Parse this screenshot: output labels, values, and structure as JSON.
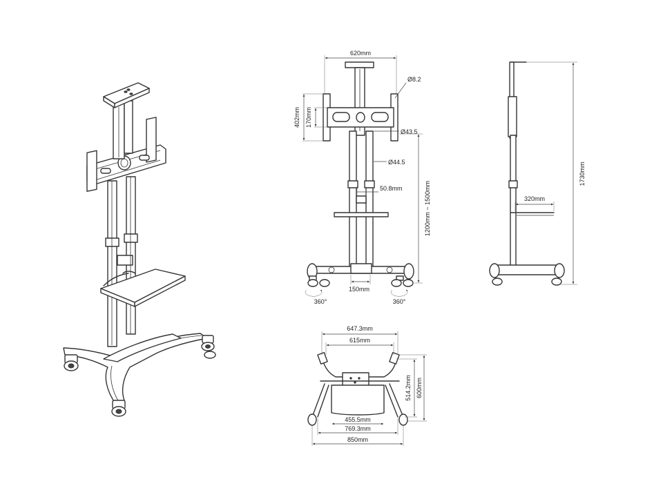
{
  "drawing": {
    "front_view": {
      "width_label": "620mm",
      "hole_label": "Ø8.2",
      "mount_height_outer": "402mm",
      "mount_height_inner": "170mm",
      "pole_upper_label": "Ø43.5",
      "pole_lower_label": "Ø44.5",
      "spacing_label": "50.8mm",
      "height_range_label": "1200mm ~ 1500mm",
      "base_label": "150mm",
      "rotate_left": "360°",
      "rotate_right": "360°"
    },
    "side_view": {
      "total_height_label": "1730mm",
      "shelf_depth_label": "320mm"
    },
    "top_view": {
      "outer_top_label": "647.3mm",
      "inner_top_label": "615mm",
      "shelf_width_label": "455.5mm",
      "mid_width_label": "769.3mm",
      "base_width_label": "850mm",
      "depth_inner_label": "514.2mm",
      "depth_outer_label": "600mm"
    }
  }
}
